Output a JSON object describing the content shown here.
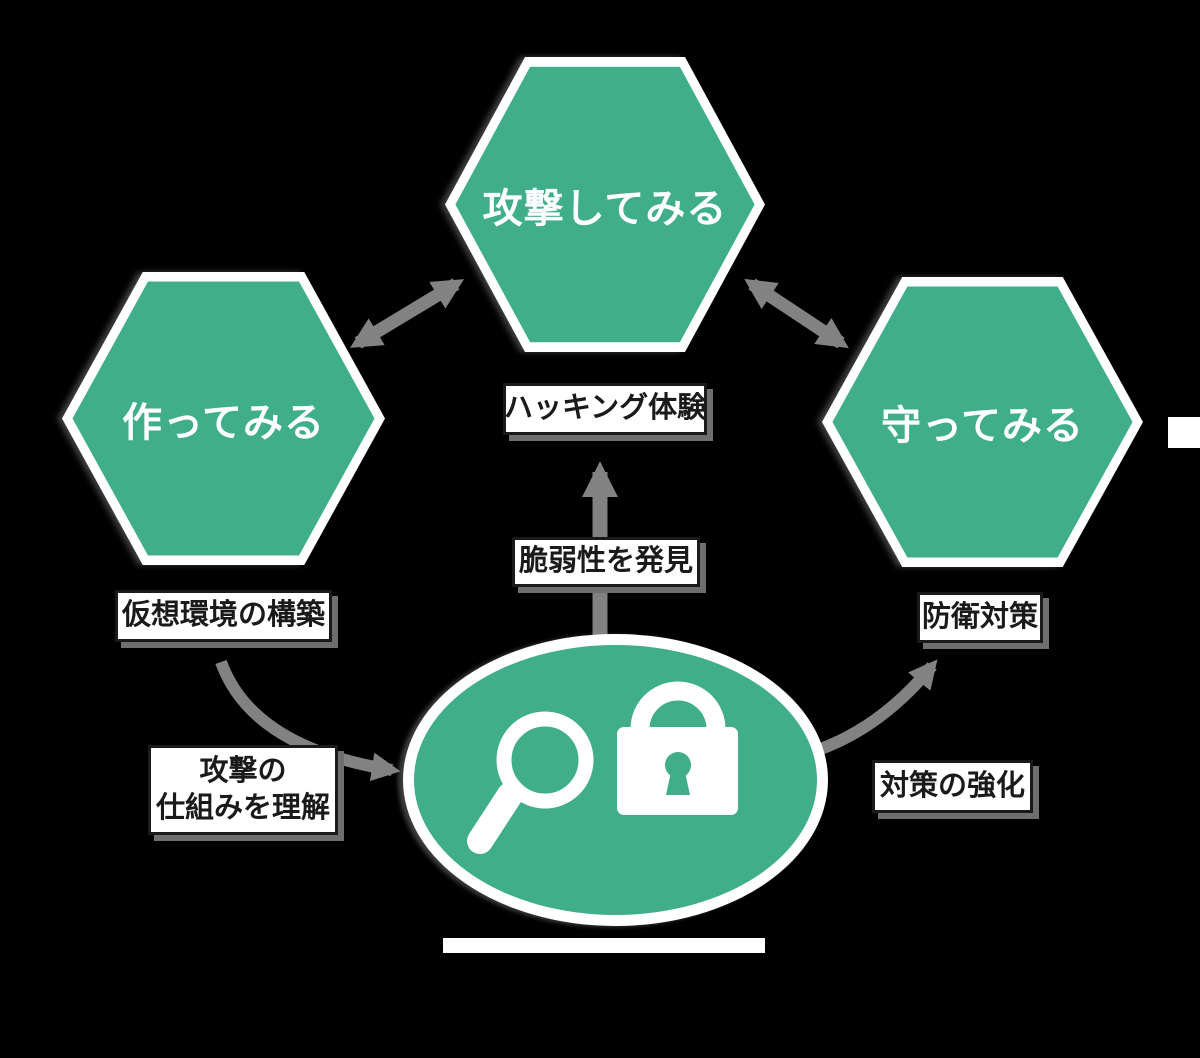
{
  "background": "#000000",
  "palette": {
    "green": "#3FAE89",
    "white": "#FFFFFF",
    "arrow_gray": "#828282",
    "shadow_gray": "#6E6E6E",
    "text_dark": "#1A1A1A"
  },
  "nodes": {
    "build": {
      "label": "作ってみる",
      "sublabel": "仮想環境の構築"
    },
    "attack": {
      "label": "攻撃してみる",
      "sublabel": "ハッキング体験"
    },
    "defend": {
      "label": "守ってみる",
      "sublabel": "防衛対策"
    }
  },
  "edges": {
    "discover": "脆弱性を発見",
    "understand_line1": "攻撃の",
    "understand_line2": "仕組みを理解",
    "strengthen": "対策の強化"
  },
  "center": {
    "icons": [
      "magnifier-icon",
      "padlock-icon"
    ]
  }
}
